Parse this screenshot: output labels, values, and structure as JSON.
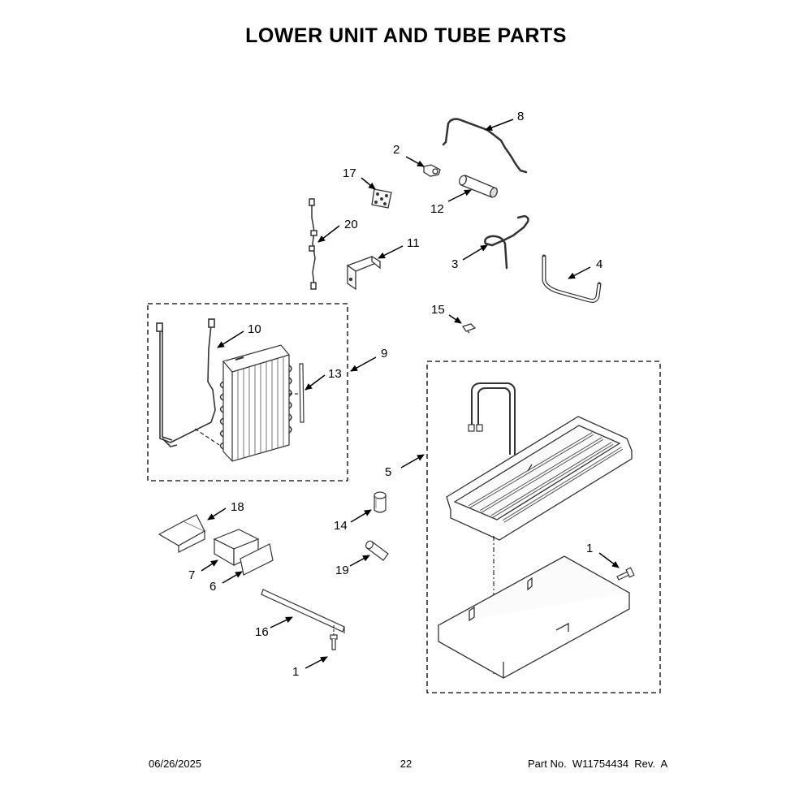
{
  "title": "LOWER UNIT AND TUBE PARTS",
  "footer": {
    "date": "06/26/2025",
    "page": "22",
    "part_no": "Part No.  W11754434  Rev.  A"
  },
  "callouts": {
    "c1a": "1",
    "c1b": "1",
    "c2": "2",
    "c3": "3",
    "c4": "4",
    "c5": "5",
    "c6": "6",
    "c7": "7",
    "c8": "8",
    "c9": "9",
    "c10": "10",
    "c11": "11",
    "c12": "12",
    "c13": "13",
    "c14": "14",
    "c15": "15",
    "c16": "16",
    "c17": "17",
    "c18": "18",
    "c19": "19",
    "c20": "20"
  }
}
